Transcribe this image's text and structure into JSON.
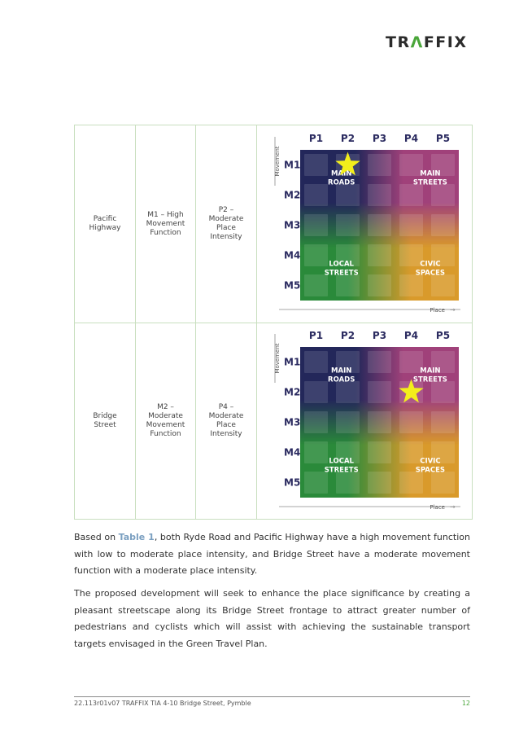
{
  "header": {
    "logo_text_pre": "TR",
    "logo_text_acc": "Λ",
    "logo_text_post": "FFIX"
  },
  "table": {
    "rows": [
      {
        "road": "Pacific\nHighway",
        "movement": "M1 – High\nMovement\nFunction",
        "place": "P2 –\nModerate\nPlace\nIntensity",
        "star": {
          "movement": "M1",
          "place": "P2"
        }
      },
      {
        "road": "Bridge\nStreet",
        "movement": "M2 –\nModerate\nMovement\nFunction",
        "place": "P4 –\nModerate\nPlace\nIntensity",
        "star": {
          "movement": "M2",
          "place": "P4"
        }
      }
    ],
    "matrix": {
      "place_labels": [
        "P1",
        "P2",
        "P3",
        "P4",
        "P5"
      ],
      "movement_labels": [
        "M1",
        "M2",
        "M3",
        "M4",
        "M5"
      ],
      "axis_place": "Place",
      "axis_movement": "Movement",
      "quadrants": {
        "main_roads": [
          "MAIN",
          "ROADS"
        ],
        "main_streets": [
          "MAIN",
          "STREETS"
        ],
        "local_streets": [
          "LOCAL",
          "STREETS"
        ],
        "civic_spaces": [
          "CIVIC",
          "SPACES"
        ]
      },
      "colors": {
        "main_roads": "#23275a",
        "main_streets": "#a0417a",
        "local_streets": "#2a8a3a",
        "civic_spaces": "#d99a2b",
        "star": "#f3ee1b",
        "labels": "#2b2b60",
        "axis": "#8a8a8a"
      }
    }
  },
  "paragraphs": {
    "p1_pre": "Based on ",
    "p1_ref": "Table 1",
    "p1_post": ", both Ryde Road and Pacific Highway have a high movement function with low to moderate place intensity, and Bridge Street have a moderate movement function with a moderate place intensity.",
    "p2": "The proposed development will seek to enhance the place significance by creating a pleasant streetscape along its Bridge Street frontage to attract greater number of pedestrians and cyclists which will assist with achieving the sustainable transport targets envisaged in the Green Travel Plan."
  },
  "footer": {
    "doc_ref": "22.113r01v07 TRAFFIX TIA 4-10 Bridge Street, Pymble",
    "page_num": "12"
  }
}
